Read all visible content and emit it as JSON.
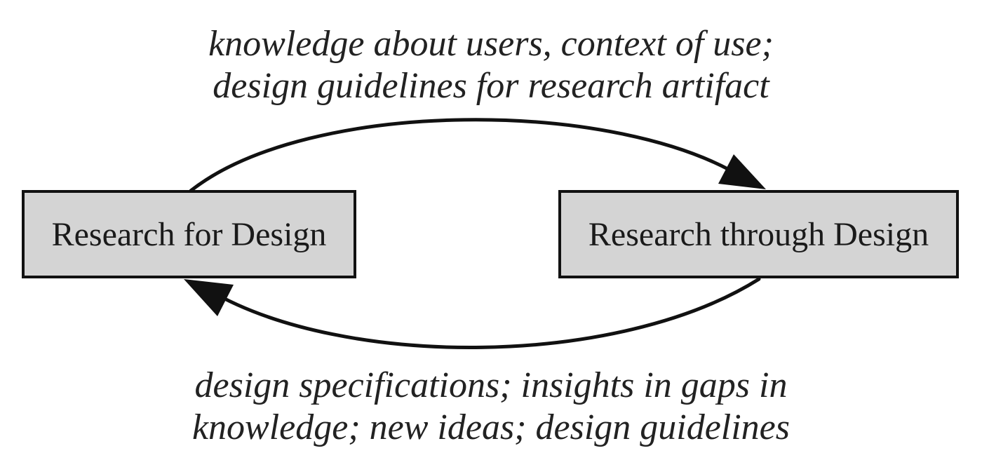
{
  "colors": {
    "box_fill": "#d4d4d4",
    "stroke": "#111111",
    "text": "#1a1a1a"
  },
  "top_caption": {
    "line1": "knowledge about users, context of use;",
    "line2": "design guidelines for research artifact"
  },
  "bottom_caption": {
    "line1": "design specifications; insights in gaps in",
    "line2": "knowledge; new ideas; design guidelines"
  },
  "boxes": {
    "left_label": "Research for Design",
    "right_label": "Research through Design"
  }
}
